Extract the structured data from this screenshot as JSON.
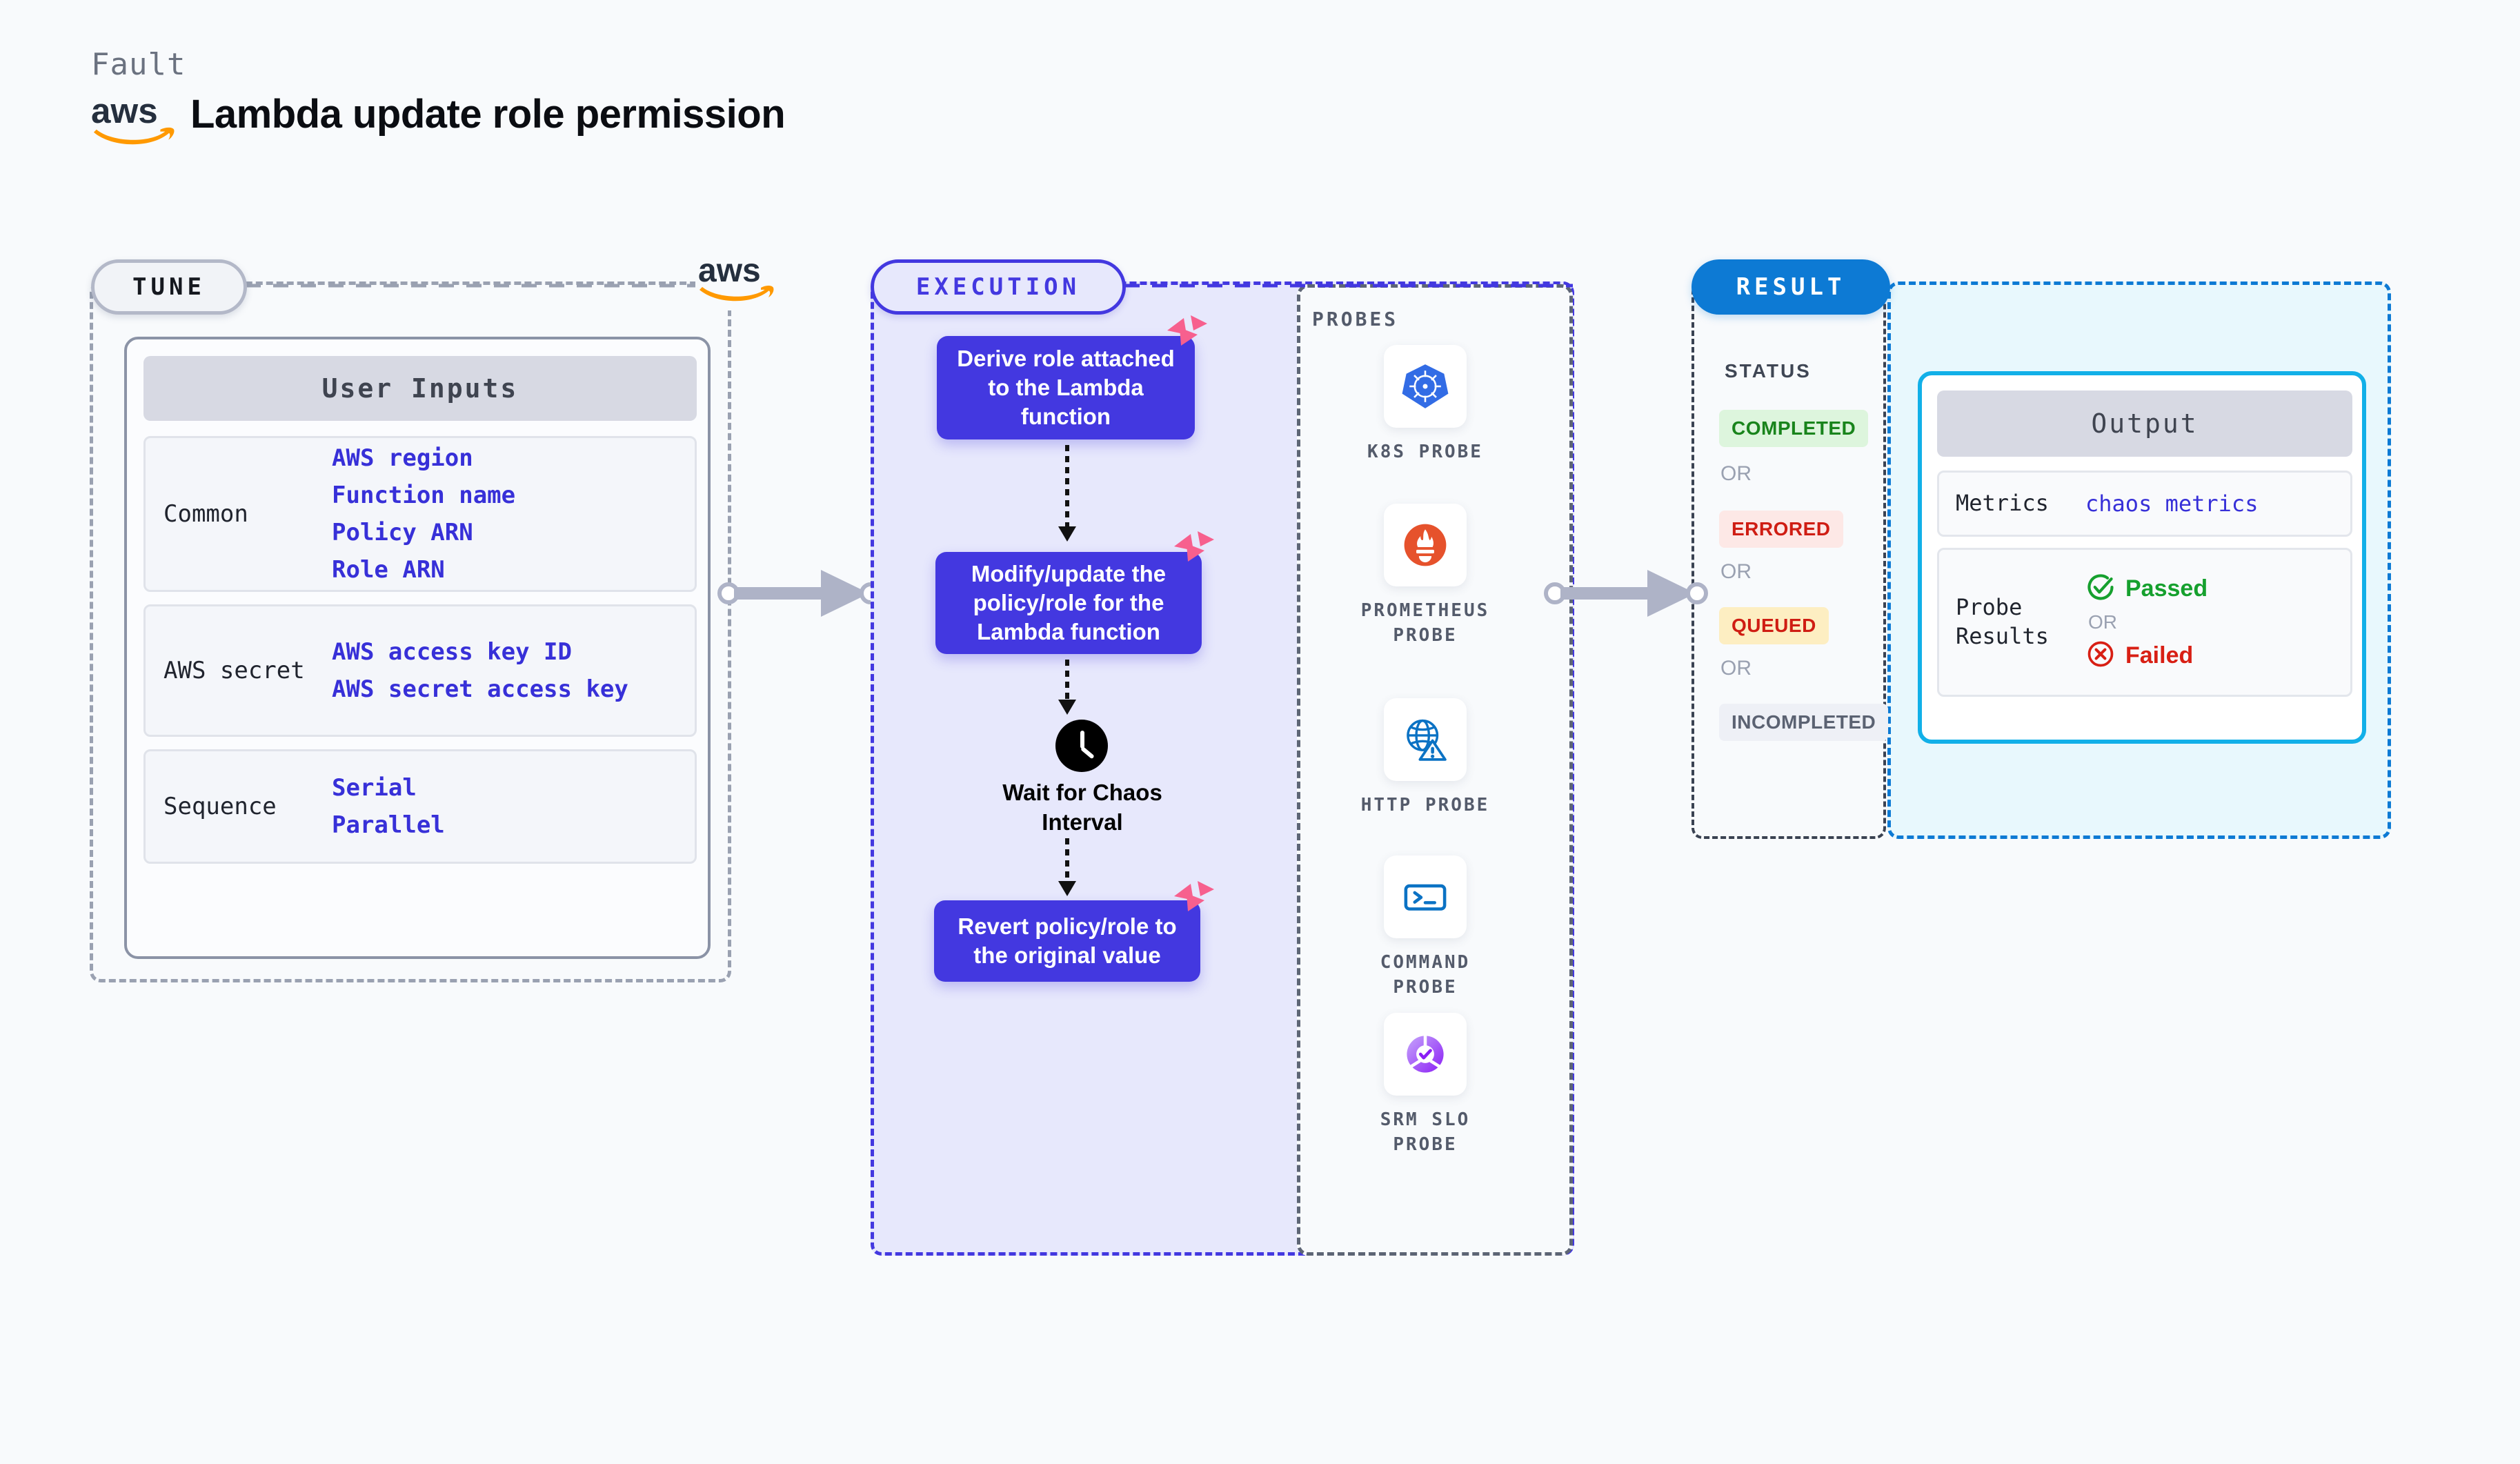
{
  "header": {
    "kicker": "Fault",
    "title": "Lambda update role permission",
    "logo_icon": "aws-logo"
  },
  "tune": {
    "pill_label": "TUNE",
    "aws_icon": "aws-logo",
    "card_title": "User Inputs",
    "groups": [
      {
        "label": "Common",
        "values": [
          "AWS region",
          "Function name",
          "Policy ARN",
          "Role ARN"
        ]
      },
      {
        "label": "AWS secret",
        "values": [
          "AWS access key ID",
          "AWS secret access key"
        ]
      },
      {
        "label": "Sequence",
        "values": [
          "Serial",
          "Parallel"
        ]
      }
    ]
  },
  "execution": {
    "pill_label": "EXECUTION",
    "steps": [
      {
        "text": "Derive role attached to the Lambda function",
        "badge_icon": "litmus-icon"
      },
      {
        "text": "Modify/update the policy/role for the Lambda function",
        "badge_icon": "litmus-icon"
      },
      {
        "text": "Revert policy/role to the original value",
        "badge_icon": "litmus-icon"
      }
    ],
    "wait": {
      "icon": "clock-icon",
      "label": "Wait for Chaos Interval"
    }
  },
  "probes": {
    "title": "PROBES",
    "items": [
      {
        "name": "K8S PROBE",
        "icon": "kubernetes-icon"
      },
      {
        "name": "PROMETHEUS PROBE",
        "icon": "prometheus-icon"
      },
      {
        "name": "HTTP PROBE",
        "icon": "http-globe-warning-icon"
      },
      {
        "name": "COMMAND PROBE",
        "icon": "terminal-icon"
      },
      {
        "name": "SRM SLO PROBE",
        "icon": "srm-slo-icon"
      }
    ]
  },
  "result": {
    "pill_label": "RESULT",
    "status_title": "STATUS",
    "or_label": "OR",
    "statuses": [
      {
        "label": "COMPLETED",
        "bg": "#ddf5dd",
        "fg": "#19841c"
      },
      {
        "label": "ERRORED",
        "bg": "#fde8e6",
        "fg": "#cf1d13"
      },
      {
        "label": "QUEUED",
        "bg": "#fdeec2",
        "fg": "#cf1d13"
      },
      {
        "label": "INCOMPLETED",
        "bg": "#eef0f6",
        "fg": "#5b6272"
      }
    ],
    "output": {
      "title": "Output",
      "metrics_label": "Metrics",
      "metrics_value": "chaos metrics",
      "probe_results_label": "Probe Results",
      "passed_label": "Passed",
      "failed_label": "Failed",
      "or_label": "OR",
      "passed_icon": "check-circle-icon",
      "failed_icon": "x-circle-icon"
    }
  },
  "colors": {
    "accent_indigo": "#4338e0",
    "accent_blue": "#0d7ad4",
    "accent_cyan": "#12b0e8",
    "aws_orange": "#ff9900",
    "litmus_pink": "#f7608e",
    "pass_green": "#16a02e",
    "fail_red": "#d81f14"
  },
  "connectors": [
    {
      "name": "tune-to-execution"
    },
    {
      "name": "execution-to-result"
    }
  ]
}
